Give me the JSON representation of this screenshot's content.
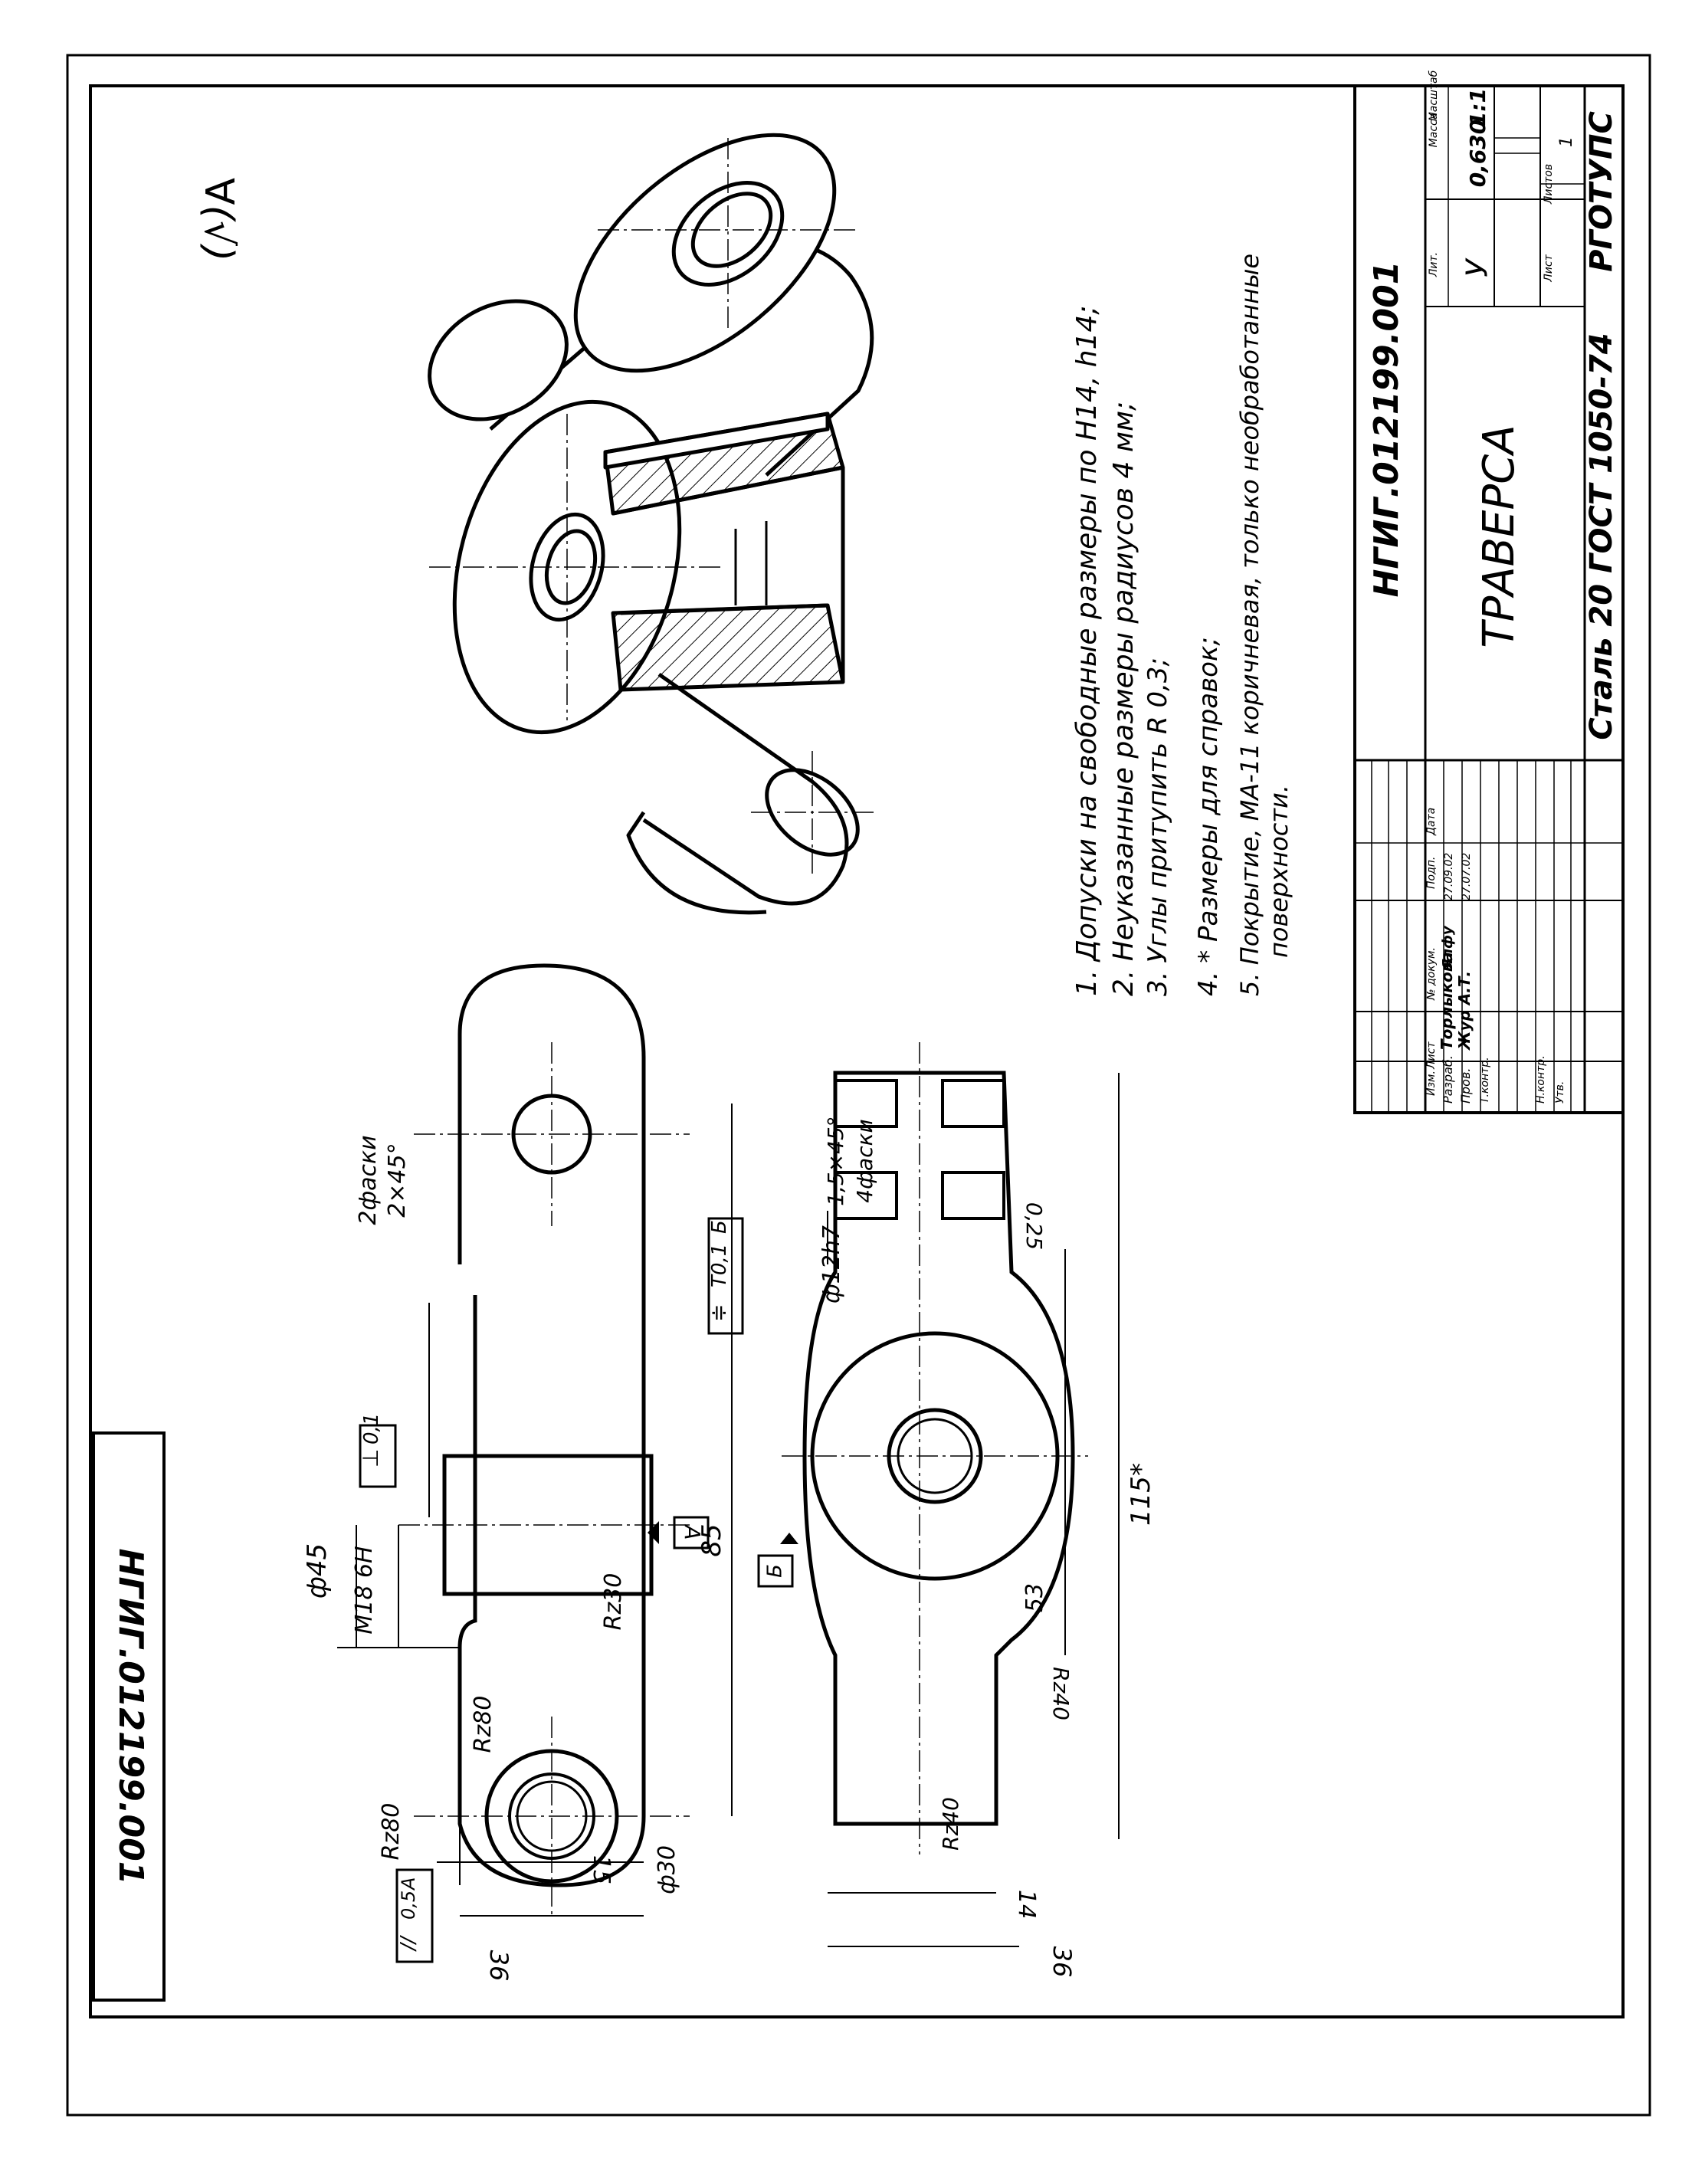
{
  "drawing": {
    "doc_number": "НГИГ.012199.001",
    "doc_number_stamp": "НГИГ.012199.001",
    "part_name": "ТРАВЕРСА",
    "material": "Сталь 20 ГОСТ 1050-74",
    "organization": "РГОТУПС",
    "letter": "У",
    "mass": "0,630",
    "scale": "1:1",
    "sheet": "",
    "sheets": "1",
    "roughness_general_symbol": "∀(√)"
  },
  "title_block": {
    "headers": {
      "change": "Изм.",
      "sheet": "Лист",
      "doc_no": "№ докум.",
      "sign": "Подп.",
      "date": "Дата",
      "lit": "Лит.",
      "mass": "Масса",
      "scale": "Масштаб",
      "sheet_lbl": "Лист",
      "sheets_lbl": "Листов"
    },
    "rows": [
      {
        "role": "Разраб.",
        "name": "Торлыкова",
        "sign": "Ялфу",
        "date": "27.09.02"
      },
      {
        "role": "Пров.",
        "name": "Жур А.Т.",
        "sign": "",
        "date": "27.07.02"
      },
      {
        "role": "Т.контр.",
        "name": "",
        "sign": "",
        "date": ""
      },
      {
        "role": "",
        "name": "",
        "sign": "",
        "date": ""
      },
      {
        "role": "Н.контр.",
        "name": "",
        "sign": "",
        "date": ""
      },
      {
        "role": "Утв.",
        "name": "",
        "sign": "",
        "date": ""
      }
    ]
  },
  "notes": [
    "1. Допуски на свободные размеры по H14, h14;",
    "2. Неуказанные размеры радиусов 4 мм;",
    "3. Углы притупить R 0,3;",
    "4. * Размеры для справок;",
    "5. Покрытие, МА-11 коричневая, только необработанные",
    "поверхности."
  ],
  "dimensions": {
    "d45": "ф45",
    "m18": "М18 6H",
    "perp": "⊥",
    "perp_val": "0,1",
    "chamf2": "2фаски",
    "chamf2_size": "2×45°",
    "rz30": "Rz30",
    "rz80_a": "Rz80",
    "rz80_b": "Rz80",
    "len85": "85",
    "d30": "ф30",
    "par": "//",
    "par_val": "0,5",
    "datum_a": "A",
    "datum_b": "Б",
    "sym": "≑",
    "sym_val": "T0,1",
    "sym_ref": "Б",
    "w36_top": "36",
    "w15": "15",
    "d12": "ф12h7",
    "chamf4_size": "1,5×45°",
    "chamf4": "4фаски",
    "r025": "0,25",
    "len115": "115*",
    "len53": "53",
    "rz40_a": "Rz40",
    "rz40_b": "Rz40",
    "w14": "14",
    "w36_bot": "36"
  }
}
